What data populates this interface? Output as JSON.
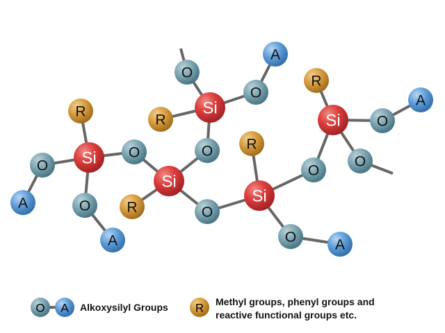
{
  "diagram": {
    "atom_labels": {
      "Si": "Si",
      "O": "O",
      "A": "A",
      "R": "R"
    },
    "colors": {
      "Si": "#d8393a",
      "O": "#6e9aa8",
      "A": "#4f8fcc",
      "R": "#d08f35",
      "bond": "#666666"
    }
  },
  "legend": {
    "alkoxysilyl": {
      "o_label": "O",
      "a_label": "A",
      "text": "Alkoxysilyl Groups"
    },
    "organic": {
      "r_label": "R",
      "line1": "Methyl groups, phenyl groups and",
      "line2": "reactive functional groups etc."
    }
  }
}
